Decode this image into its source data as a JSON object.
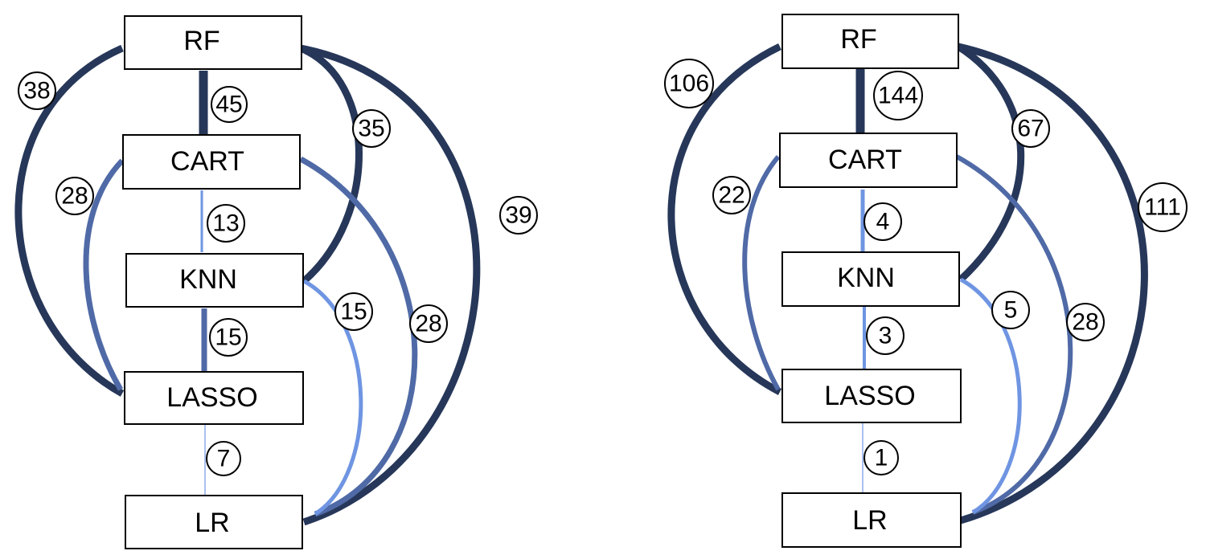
{
  "colors": {
    "strong": "#263759",
    "medium": "#4f6aa6",
    "light": "#6f95e2",
    "faint": "#a9c0ef"
  },
  "diagrams": [
    {
      "nodes": {
        "rf": "RF",
        "cart": "CART",
        "knn": "KNN",
        "lasso": "LASSO",
        "lr": "LR"
      },
      "edges": {
        "rf_cart": "45",
        "rf_lasso": "38",
        "rf_knn": "35",
        "rf_lr": "39",
        "cart_knn": "13",
        "cart_lasso": "28",
        "cart_lr": "28",
        "knn_lasso": "15",
        "knn_lr": "15",
        "lasso_lr": "7"
      }
    },
    {
      "nodes": {
        "rf": "RF",
        "cart": "CART",
        "knn": "KNN",
        "lasso": "LASSO",
        "lr": "LR"
      },
      "edges": {
        "rf_cart": "144",
        "rf_lasso": "106",
        "rf_knn": "67",
        "rf_lr": "111",
        "cart_knn": "4",
        "cart_lasso": "22",
        "cart_lr": "28",
        "knn_lasso": "3",
        "knn_lr": "5",
        "lasso_lr": "1"
      }
    }
  ]
}
